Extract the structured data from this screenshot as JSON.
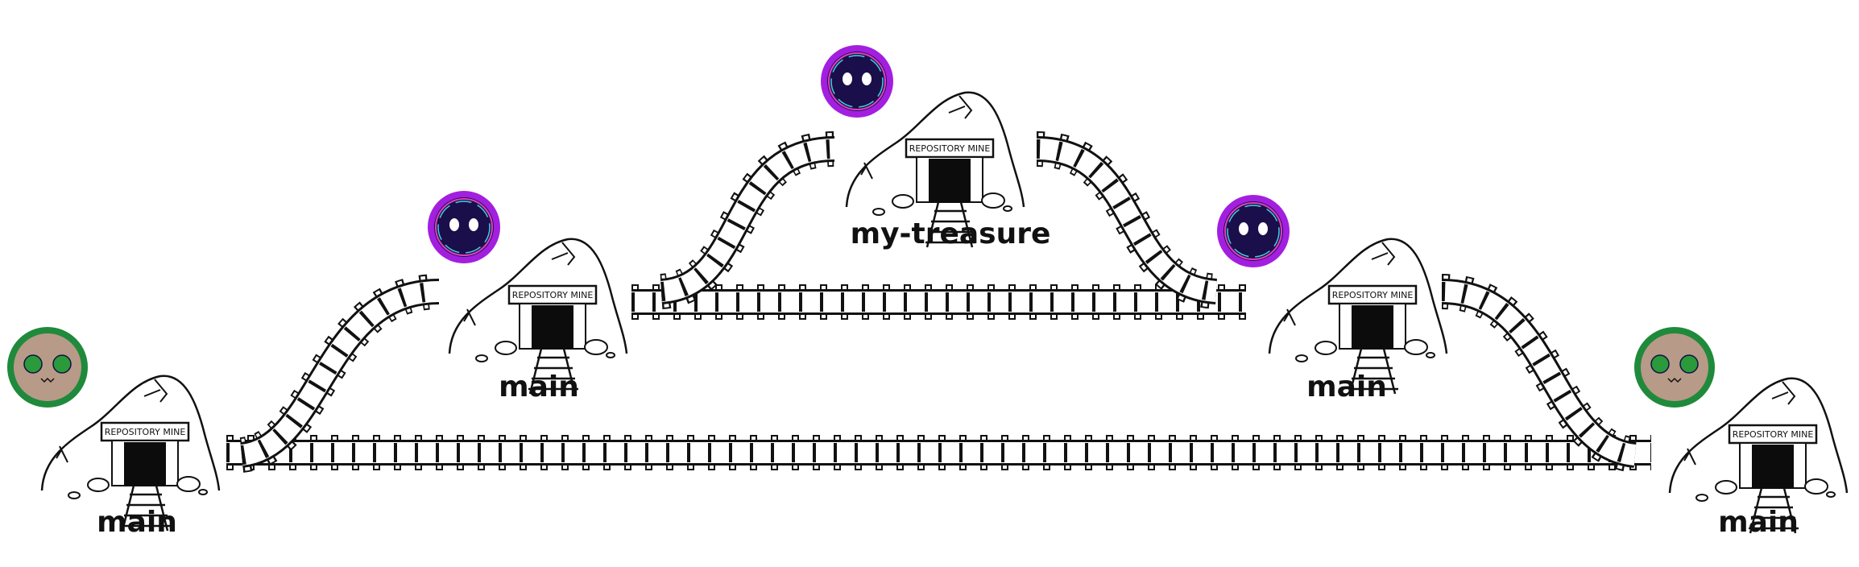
{
  "diagram": {
    "sign_text": "REPOSITORY MINE",
    "colors": {
      "track": "#111111",
      "green_avatar_ring": "#1f8a3b",
      "green_avatar_face": "#b89a88",
      "purple_avatar_ring": "#a31fe0",
      "purple_avatar_face": "#1a0f4a"
    },
    "nodes": [
      {
        "label": "main",
        "avatar": "green"
      },
      {
        "label": "main",
        "avatar": "purple"
      },
      {
        "label": "my-treasure",
        "avatar": "purple"
      },
      {
        "label": "main",
        "avatar": "purple"
      },
      {
        "label": "main",
        "avatar": "green"
      }
    ]
  }
}
